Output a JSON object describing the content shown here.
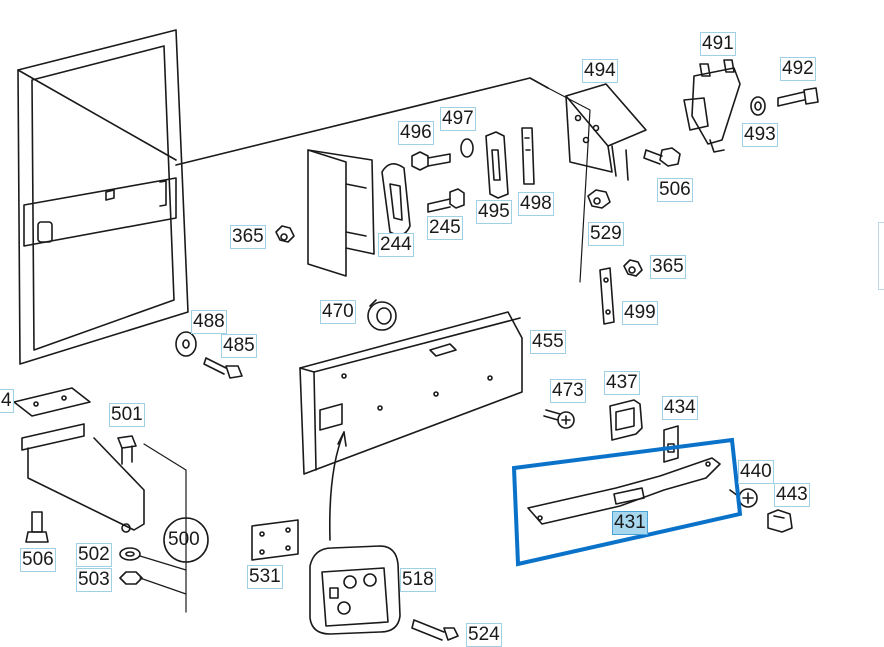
{
  "diagram": {
    "colors": {
      "line": "#1a1a1a",
      "selection": "#0a73c9",
      "label_border": "#9fd0e6",
      "label_selected_bg": "#a8d8f0"
    },
    "selected_part": "431",
    "labels": {
      "p491": "491",
      "p492": "492",
      "p494": "494",
      "p493": "493",
      "p496": "496",
      "p497": "497",
      "p506a": "506",
      "p365a": "365",
      "p244": "244",
      "p245": "245",
      "p495": "495",
      "p498": "498",
      "p529": "529",
      "p365b": "365",
      "p470": "470",
      "p488": "488",
      "p485": "485",
      "p499": "499",
      "p455": "455",
      "p4": "4",
      "p501": "501",
      "p473": "473",
      "p437": "437",
      "p434": "434",
      "p440": "440",
      "p443": "443",
      "p431": "431",
      "p500": "500",
      "p506b": "506",
      "p502": "502",
      "p503": "503",
      "p531": "531",
      "p518": "518",
      "p524": "524"
    }
  }
}
